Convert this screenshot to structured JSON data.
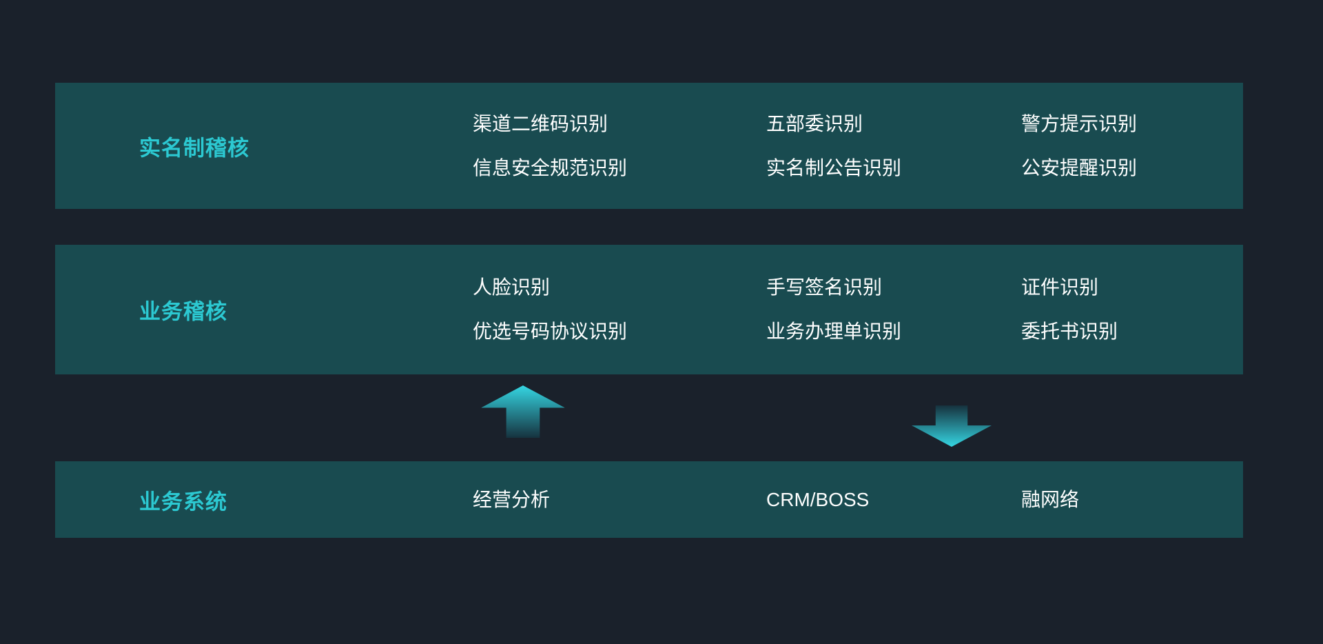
{
  "colors": {
    "background": "#1a212b",
    "band_background": "#194b50",
    "accent_cyan": "#2cc9d2",
    "text_white": "#ffffff",
    "arrow_bright": "#35d6e3",
    "arrow_dark": "#16323e"
  },
  "bands": [
    {
      "label": "实名制稽核",
      "columns": [
        [
          "渠道二维码识别",
          "信息安全规范识别"
        ],
        [
          "五部委识别",
          "实名制公告识别"
        ],
        [
          "警方提示识别",
          "公安提醒识别"
        ]
      ]
    },
    {
      "label": "业务稽核",
      "columns": [
        [
          "人脸识别",
          "优选号码协议识别"
        ],
        [
          "手写签名识别",
          "业务办理单识别"
        ],
        [
          "证件识别",
          "委托书识别"
        ]
      ]
    },
    {
      "label": "业务系统",
      "columns": [
        [
          "经营分析"
        ],
        [
          "CRM/BOSS"
        ],
        [
          "融网络"
        ]
      ]
    }
  ],
  "arrows": [
    {
      "name": "up-arrow-icon",
      "direction": "up"
    },
    {
      "name": "down-arrow-icon",
      "direction": "down"
    }
  ]
}
